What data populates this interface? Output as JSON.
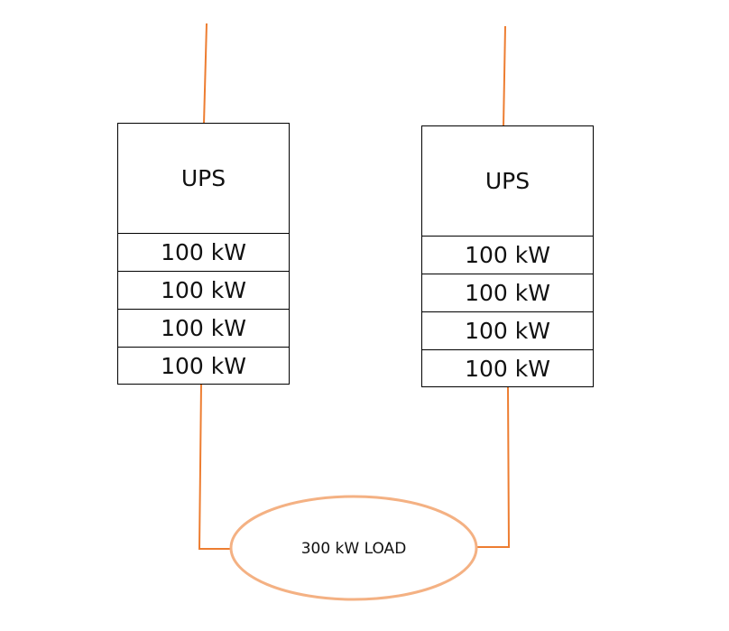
{
  "colors": {
    "wire": "#ed7d31",
    "load_outline": "#f4b183",
    "box_border": "#000000"
  },
  "ups_units": [
    {
      "label": "UPS",
      "modules": [
        "100 kW",
        "100 kW",
        "100 kW",
        "100 kW"
      ]
    },
    {
      "label": "UPS",
      "modules": [
        "100 kW",
        "100 kW",
        "100 kW",
        "100 kW"
      ]
    }
  ],
  "load": {
    "label": "300 kW LOAD"
  }
}
